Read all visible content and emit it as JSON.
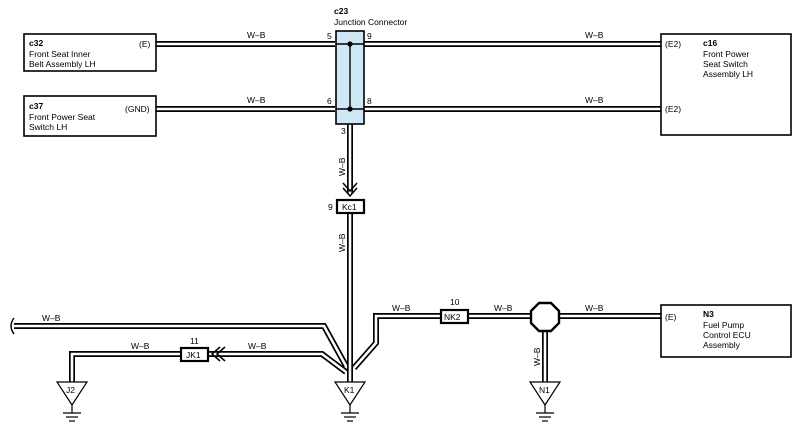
{
  "components": {
    "c32": {
      "code": "c32",
      "name_line1": "Front Seat Inner",
      "name_line2": "Belt Assembly LH",
      "terminal": "(E)"
    },
    "c37": {
      "code": "c37",
      "name_line1": "Front Power Seat",
      "name_line2": "Switch LH",
      "terminal": "(GND)"
    },
    "c16": {
      "code": "c16",
      "name_line1": "Front Power",
      "name_line2": "Seat Switch",
      "name_line3": "Assembly LH",
      "terminal_top": "(E2)",
      "terminal_bottom": "(E2)"
    },
    "n3": {
      "code": "N3",
      "name_line1": "Fuel Pump",
      "name_line2": "Control ECU",
      "name_line3": "Assembly",
      "terminal": "(E)"
    }
  },
  "junction": {
    "code": "c23",
    "name": "Junction Connector",
    "pins": [
      "5",
      "9",
      "6",
      "8",
      "3"
    ]
  },
  "connectors": {
    "kc1": {
      "label": "Kc1",
      "pin": "9"
    },
    "nk2": {
      "label": "NK2",
      "pin": "10"
    },
    "jk1": {
      "label": "JK1",
      "pin": "11"
    }
  },
  "grounds": {
    "k1": "K1",
    "j2": "J2",
    "n1": "N1"
  },
  "wire_color": "W–B",
  "colors": {
    "junction_fill": "#cfe8f5",
    "wire": "#000000"
  }
}
